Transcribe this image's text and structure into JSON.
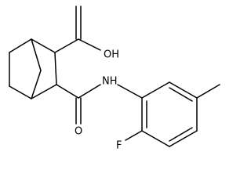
{
  "molecule": {
    "atom_labels": {
      "carboxylic_acid_oxygen": "OH",
      "amide_nitrogen": "NH",
      "carbonyl_oxygen": "O",
      "fluorine": "F"
    },
    "colors": {
      "bond": "#000000",
      "label": "#000000",
      "background": "#ffffff"
    }
  }
}
